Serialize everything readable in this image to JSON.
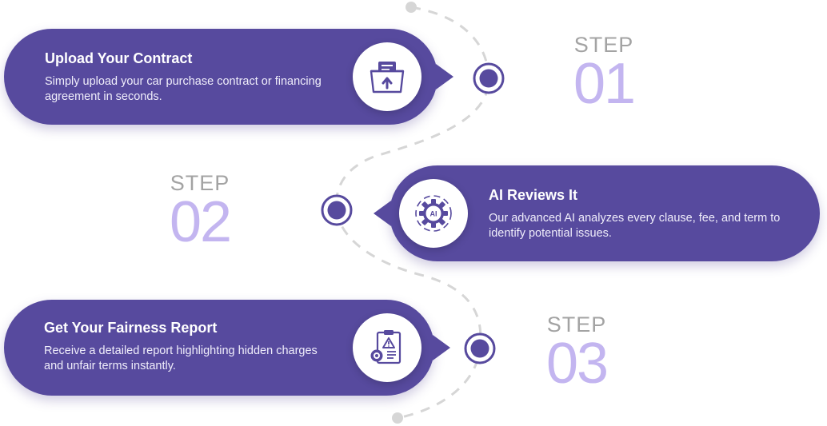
{
  "colors": {
    "card": "#574a9e",
    "step_number": "#c3b5f0",
    "step_word": "#a3a3a3",
    "connector": "#d6d6d6"
  },
  "steps": [
    {
      "step_word": "STEP",
      "number": "01",
      "title": "Upload Your Contract",
      "description": "Simply upload your car purchase contract or financing agreement in seconds.",
      "icon": "upload-folder-icon"
    },
    {
      "step_word": "STEP",
      "number": "02",
      "title": "AI Reviews It",
      "description": "Our advanced AI analyzes every clause, fee, and term to identify potential issues.",
      "icon": "ai-gear-icon",
      "icon_text": "AI"
    },
    {
      "step_word": "STEP",
      "number": "03",
      "title": "Get Your Fairness Report",
      "description": "Receive a detailed report highlighting hidden charges and unfair terms instantly.",
      "icon": "report-warning-icon"
    }
  ]
}
